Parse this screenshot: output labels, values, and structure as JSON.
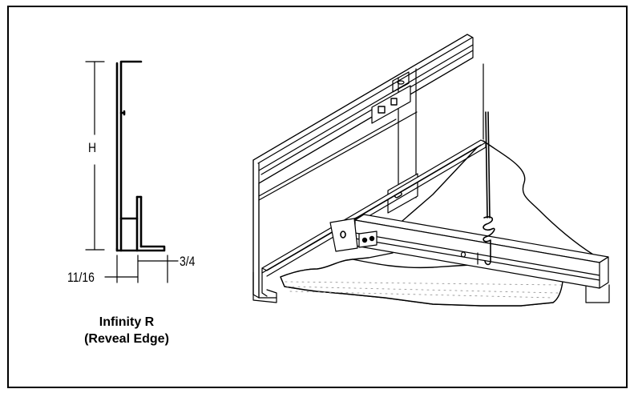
{
  "profile": {
    "dimensions": {
      "height_label": "H",
      "left_width_label": "11/16",
      "right_width_label": "3/4"
    },
    "caption": {
      "line1": "Infinity R",
      "line2": "(Reveal Edge)"
    }
  },
  "colors": {
    "line": "#000000",
    "background": "#ffffff",
    "tile_pattern": "#bbbbbb"
  }
}
